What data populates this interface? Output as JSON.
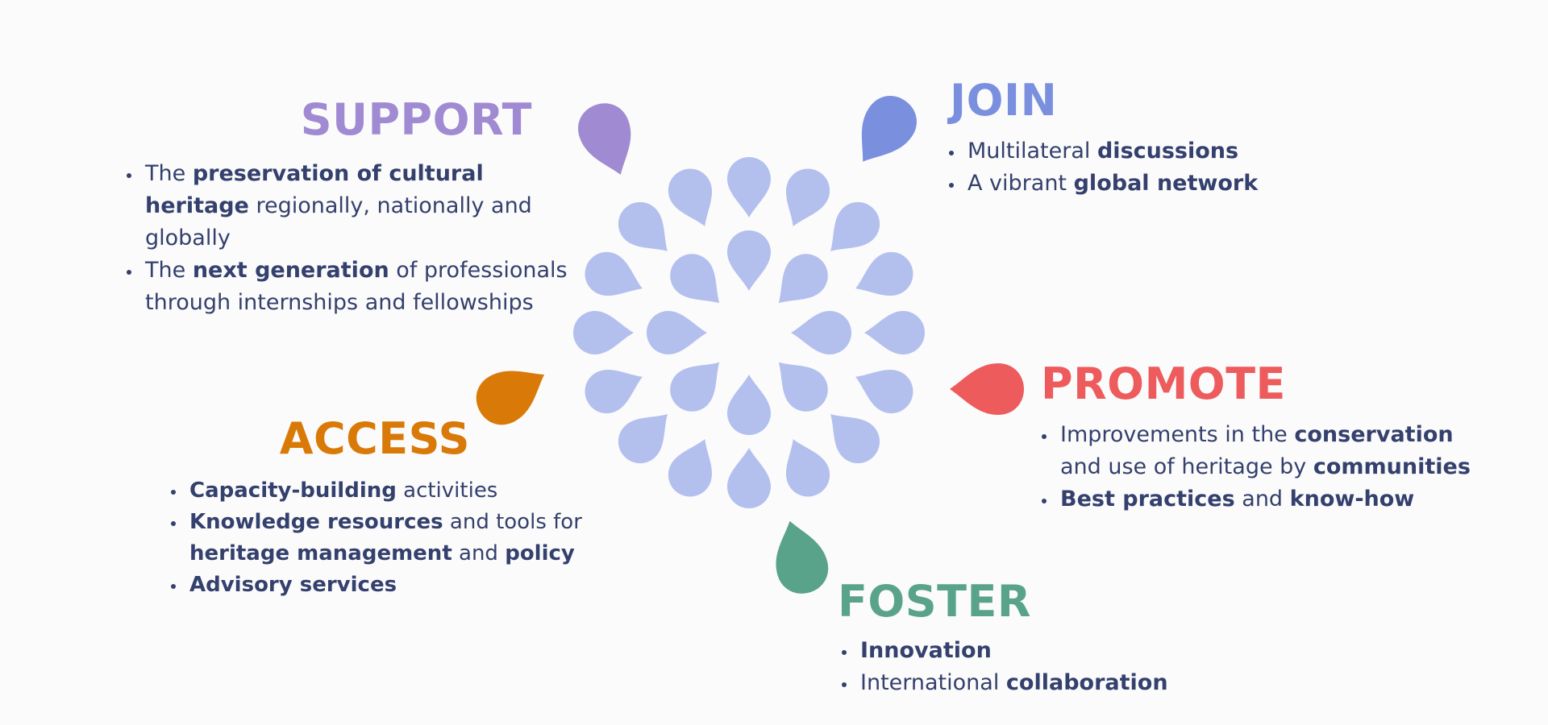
{
  "colors": {
    "petals": "#b3c0ee",
    "support": "#a08bd3",
    "join": "#7a90df",
    "promote": "#ee5b5d",
    "access": "#d97a08",
    "foster": "#5aa38b",
    "text": "#34406d",
    "background": "#fbfbfb"
  },
  "sections": {
    "support": {
      "title": "SUPPORT",
      "items": [
        [
          {
            "t": "The "
          },
          {
            "t": "preservation of cultural heritage",
            "b": true
          },
          {
            "t": " regionally, nationally and globally"
          }
        ],
        [
          {
            "t": "The "
          },
          {
            "t": "next generation",
            "b": true
          },
          {
            "t": " of professionals through internships and fellowships"
          }
        ]
      ]
    },
    "join": {
      "title": "JOIN",
      "items": [
        [
          {
            "t": "Multilateral "
          },
          {
            "t": "discussions",
            "b": true
          }
        ],
        [
          {
            "t": "A vibrant "
          },
          {
            "t": "global network",
            "b": true
          }
        ]
      ]
    },
    "promote": {
      "title": "PROMOTE",
      "items": [
        [
          {
            "t": "Improvements in the "
          },
          {
            "t": "conservation",
            "b": true
          },
          {
            "t": " and use of heritage by "
          },
          {
            "t": "communities",
            "b": true
          }
        ],
        [
          {
            "t": "Best practices",
            "b": true
          },
          {
            "t": " and "
          },
          {
            "t": "know-how",
            "b": true
          }
        ]
      ]
    },
    "access": {
      "title": "ACCESS",
      "items": [
        [
          {
            "t": "Capacity-building",
            "b": true
          },
          {
            "t": " activities"
          }
        ],
        [
          {
            "t": "Knowledge resources",
            "b": true
          },
          {
            "t": " and tools for "
          },
          {
            "t": "heritage management",
            "b": true
          },
          {
            "t": " and "
          },
          {
            "t": "policy",
            "b": true
          }
        ],
        [
          {
            "t": "Advisory services",
            "b": true
          }
        ]
      ]
    },
    "foster": {
      "title": "FOSTER",
      "items": [
        [
          {
            "t": "Innovation",
            "b": true
          }
        ],
        [
          {
            "t": "International "
          },
          {
            "t": "collaboration",
            "b": true
          }
        ]
      ]
    }
  }
}
